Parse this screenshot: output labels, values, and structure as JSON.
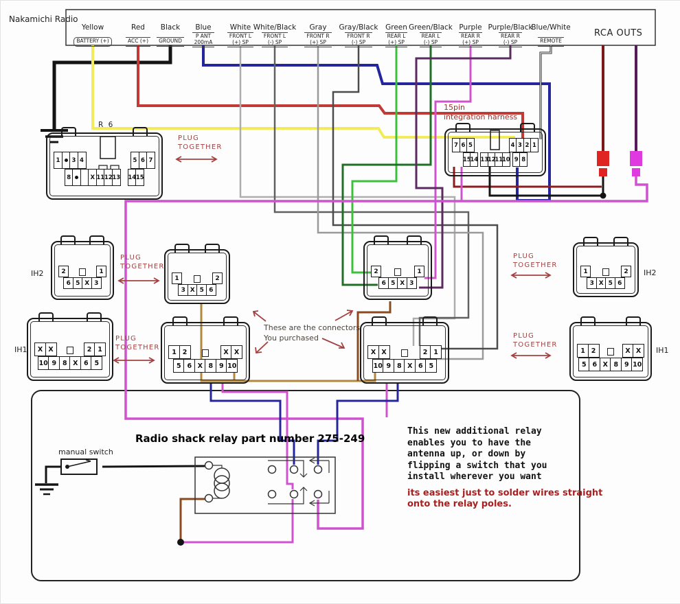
{
  "palette": {
    "yellow": "#f2ec5c",
    "red": "#c23a36",
    "black": "#141414",
    "navy": "#26269c",
    "white_wire": "#adadad",
    "white_black": "#606060",
    "gray": "#9a9a9a",
    "gray_black": "#4c4c4c",
    "green": "#3cc13c",
    "green_black": "#1f6f26",
    "magenta": "#cf52cf",
    "purple_black": "#5c2a60",
    "remote_core": "#dddddd",
    "maroon": "#7b1919",
    "dark_red": "#8a1d1d",
    "rca_purple": "#571b5b",
    "tan": "#b3883c",
    "brown": "#8a4a20",
    "rca_red_block": "#e02424",
    "rca_magenta_block": "#df3adf",
    "annotation": "#a34040"
  },
  "radio": {
    "name_label": "Nakamichi Radio",
    "rca_outs": "RCA OUTS",
    "pins": [
      {
        "name": "Yellow",
        "func": [
          "BATTERY (+)"
        ]
      },
      {
        "name": "Red",
        "func": [
          "ACC (+)"
        ]
      },
      {
        "name": "Black",
        "func": [
          "GROUND"
        ]
      },
      {
        "name": "Blue",
        "func": [
          "P ANT",
          "200mA"
        ]
      },
      {
        "name": "White",
        "func": [
          "FRONT L",
          "(+) SP"
        ]
      },
      {
        "name": "White/Black",
        "func": [
          "FRONT L",
          "(-) SP"
        ]
      },
      {
        "name": "Gray",
        "func": [
          "FRONT R",
          "(+) SP"
        ]
      },
      {
        "name": "Gray/Black",
        "func": [
          "FRONT R",
          "(-) SP"
        ]
      },
      {
        "name": "Green",
        "func": [
          "REAR L",
          "(+) SP"
        ]
      },
      {
        "name": "Green/Black",
        "func": [
          "REAR L",
          "(-) SP"
        ]
      },
      {
        "name": "Purple",
        "func": [
          "REAR R",
          "(+) SP"
        ]
      },
      {
        "name": "Purple/Black",
        "func": [
          "REAR R",
          "(-) SP"
        ]
      },
      {
        "name": "Blue/White",
        "func": [
          "REMOTE"
        ]
      }
    ]
  },
  "connectors": {
    "r6": {
      "label": "R 6",
      "top": [
        "1",
        "•",
        "3",
        "4",
        "__",
        "5",
        "6",
        "7"
      ],
      "bottom": [
        "8",
        "•",
        "",
        "X",
        "11",
        "12",
        "13",
        "_",
        "14",
        "15"
      ]
    },
    "h15": {
      "label_lines": [
        "15pin",
        "integration harness"
      ],
      "top": [
        "7",
        "6",
        "5",
        "__",
        "4",
        "3",
        "2",
        "1"
      ],
      "bottom": [
        "15",
        "14",
        "_",
        "13",
        "12",
        "11",
        "10",
        "_",
        "9",
        "8"
      ]
    },
    "ih2_a": {
      "top": [
        "2",
        "__",
        "1"
      ],
      "bottom": [
        "6",
        "5",
        "X",
        "3"
      ]
    },
    "ih2_b": {
      "top": [
        "1",
        "__",
        "2"
      ],
      "bottom": [
        "3",
        "X",
        "5",
        "6"
      ]
    },
    "ih2_c": {
      "top": [
        "2",
        "__",
        "1"
      ],
      "bottom": [
        "6",
        "5",
        "X",
        "3"
      ]
    },
    "ih2_d": {
      "top": [
        "1",
        "__",
        "2"
      ],
      "bottom": [
        "3",
        "X",
        "5",
        "6"
      ]
    },
    "ih1_e": {
      "top": [
        "X",
        "X",
        "__",
        "2",
        "1"
      ],
      "bottom": [
        "10",
        "9",
        "8",
        "X",
        "6",
        "5"
      ]
    },
    "ih1_f": {
      "top": [
        "1",
        "2",
        "__",
        "X",
        "X"
      ],
      "bottom": [
        "5",
        "6",
        "X",
        "8",
        "9",
        "10"
      ]
    },
    "ih1_g": {
      "top": [
        "X",
        "X",
        "__",
        "2",
        "1"
      ],
      "bottom": [
        "10",
        "9",
        "8",
        "X",
        "6",
        "5"
      ]
    },
    "ih1_h": {
      "top": [
        "1",
        "2",
        "__",
        "X",
        "X"
      ],
      "bottom": [
        "5",
        "6",
        "X",
        "8",
        "9",
        "10"
      ]
    },
    "side_labels": {
      "ih2": "IH2",
      "ih1": "IH1"
    }
  },
  "annotations": {
    "plug_together": "PLUG TOGETHER"
  },
  "notes": {
    "connectors_note": [
      "These are the connectors",
      "You purchased"
    ],
    "relay_title": "Radio shack relay part number 275-249",
    "manual_switch": "manual switch",
    "relay_note": [
      "This new additional relay",
      "enables you to have the",
      "antenna up, or down by",
      "flipping a switch that you",
      "install wherever you want"
    ],
    "relay_note_red": [
      "its easiest just to solder wires straight",
      "onto the relay poles."
    ]
  }
}
